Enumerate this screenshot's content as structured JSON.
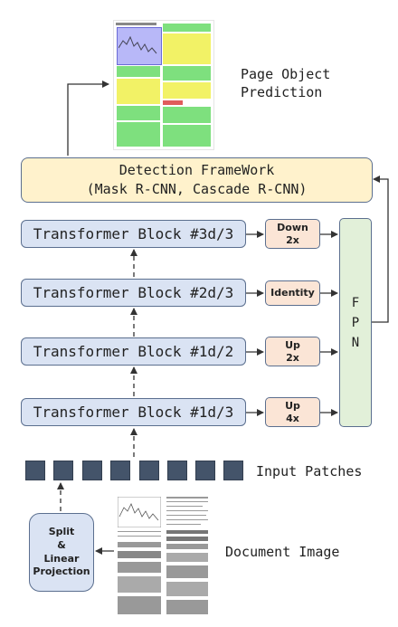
{
  "detection": {
    "line1": "Detection FrameWork",
    "line2": "(Mask R-CNN, Cascade R-CNN)"
  },
  "blocks": [
    {
      "label": "Transformer Block #3d/3"
    },
    {
      "label": "Transformer Block #2d/3"
    },
    {
      "label": "Transformer Block #1d/2"
    },
    {
      "label": "Transformer Block #1d/3"
    }
  ],
  "side_ops": [
    {
      "line1": "Down",
      "line2": "2x"
    },
    {
      "line1": "Identity",
      "line2": ""
    },
    {
      "line1": "Up",
      "line2": "2x"
    },
    {
      "line1": "Up",
      "line2": "4x"
    }
  ],
  "fpn": {
    "letters": [
      "F",
      "P",
      "N"
    ]
  },
  "split": {
    "line1": "Split",
    "line2": "&",
    "line3": "Linear",
    "line4": "Projection"
  },
  "labels": {
    "page_object_line1": "Page Object",
    "page_object_line2": "Prediction",
    "input_patches": "Input Patches",
    "document_image": "Document Image"
  },
  "colors": {
    "block_fill": "#dae3f3",
    "side_fill": "#fbe5d6",
    "detection_fill": "#fff2cc",
    "fpn_fill": "#e2f0d9",
    "patch_fill": "#44546a",
    "prediction_green": "#7ee07e",
    "prediction_yellow": "#f2f266",
    "prediction_blue": "#b8b8f8"
  }
}
